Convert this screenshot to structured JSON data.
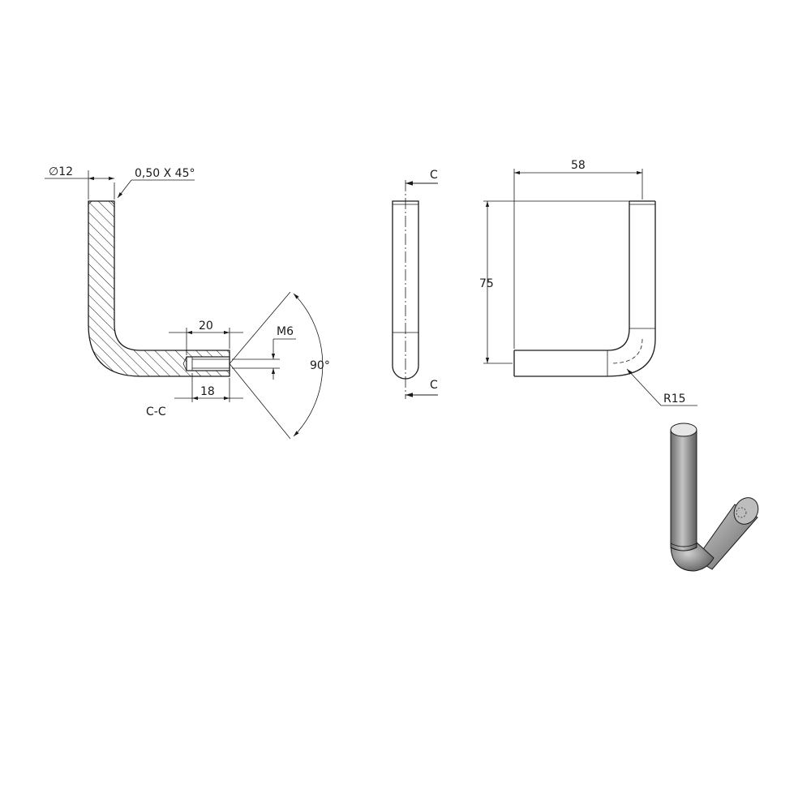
{
  "section_view": {
    "diameter_label": "∅12",
    "chamfer_label": "0,50 X 45°",
    "thread_depth_label": "20",
    "hole_depth_label": "18",
    "thread_label": "M6",
    "angle_label": "90°",
    "section_name": "C-C"
  },
  "side_view": {
    "cut_top_label": "C",
    "cut_bottom_label": "C"
  },
  "front_view": {
    "width_label": "58",
    "height_label": "75",
    "radius_label": "R15"
  },
  "colors": {
    "line": "#1a1a1a",
    "rod_light": "#c8c8c8",
    "rod_dark": "#5a5a5a"
  }
}
